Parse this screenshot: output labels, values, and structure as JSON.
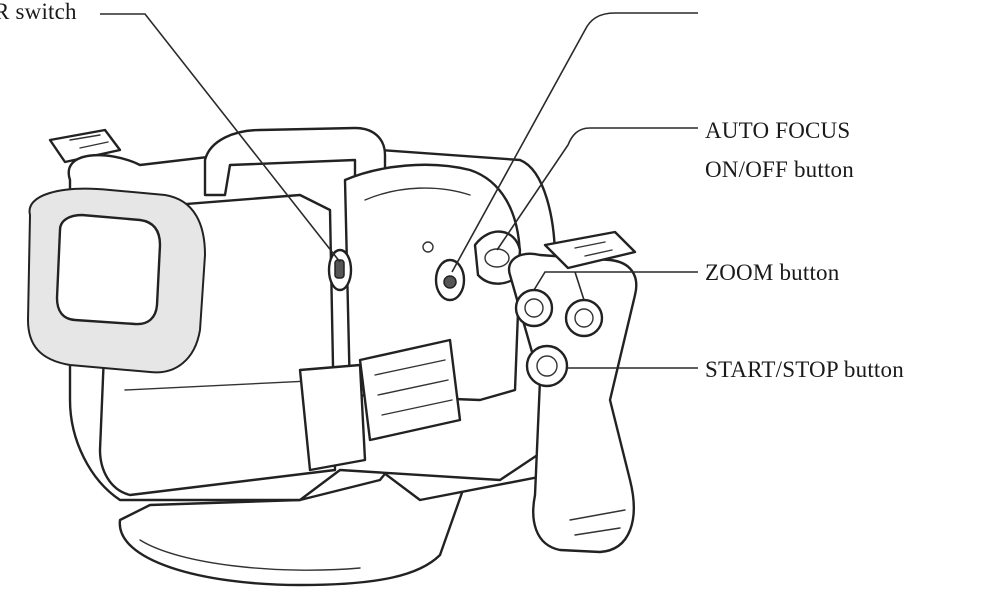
{
  "callouts": {
    "top_left": "R switch",
    "auto_focus_line1": "AUTO FOCUS",
    "auto_focus_line2": "ON/OFF button",
    "zoom": "ZOOM button",
    "start_stop": "START/STOP button"
  }
}
